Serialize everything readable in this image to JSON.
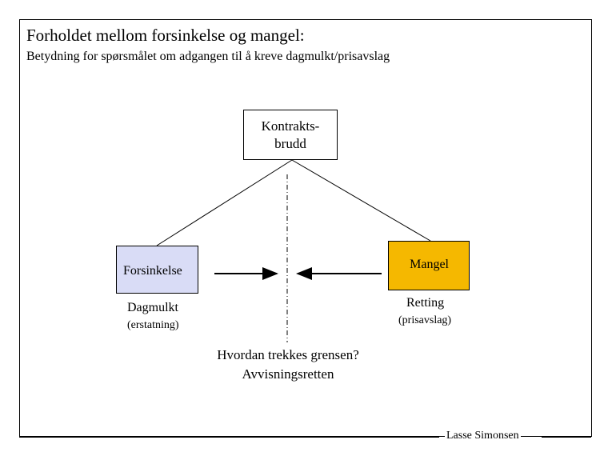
{
  "slide": {
    "title": "Forholdet mellom forsinkelse og mangel:",
    "subtitle": "Betydning for spørsmålet om adgangen til å kreve dagmulkt/prisavslag"
  },
  "diagram": {
    "root": {
      "line1": "Kontrakts-",
      "line2": "brudd"
    },
    "left": {
      "box_label": "Forsinkelse",
      "remedy": "Dagmulkt",
      "remedy_note": "(erstatning)",
      "color": "#d9dcf6"
    },
    "right": {
      "box_label": "Mangel",
      "remedy": "Retting",
      "remedy_note": "(prisavslag)",
      "color": "#f5b800"
    },
    "question": {
      "line1": "Hvordan trekkes grensen?",
      "line2": "Avvisningsretten"
    }
  },
  "footer": {
    "author": "Lasse Simonsen"
  }
}
